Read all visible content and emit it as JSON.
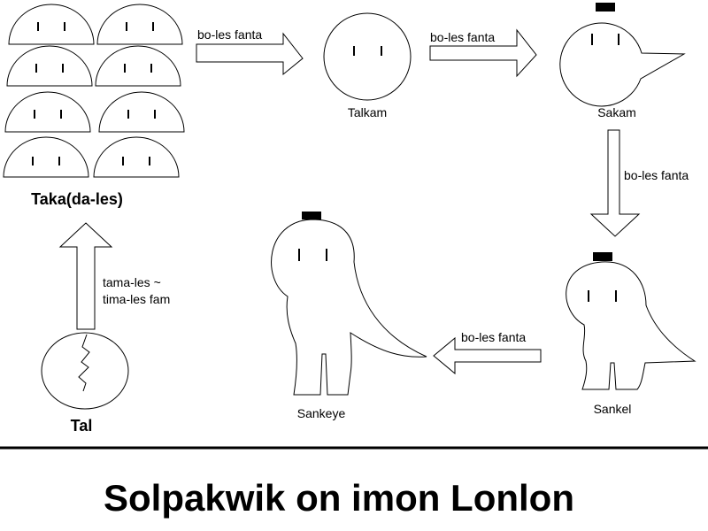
{
  "title": "Solpakwik on imon Lonlon",
  "stages": {
    "tal": "Tal",
    "taka": "Taka(da-les)",
    "talkam": "Talkam",
    "sakam": "Sakam",
    "sankel": "Sankel",
    "sankeye": "Sankeye"
  },
  "arrows": {
    "tal_to_taka_line1": "tama-les ~",
    "tal_to_taka_line2": "tima-les fam",
    "taka_to_talkam": "bo-les fanta",
    "talkam_to_sakam": "bo-les fanta",
    "sakam_to_sankel": "bo-les fanta",
    "sankel_to_sankeye": "bo-les fanta"
  }
}
